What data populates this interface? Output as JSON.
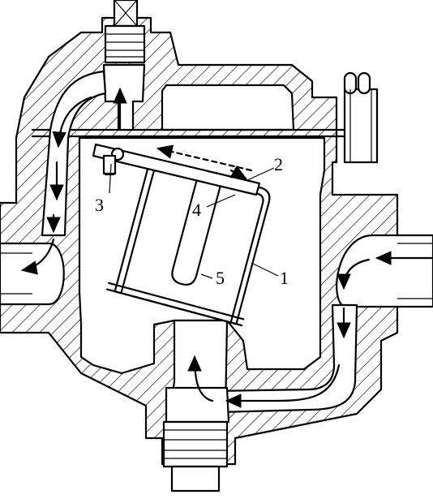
{
  "labels": {
    "p1": "1",
    "p2": "2",
    "p3": "3",
    "p4": "4",
    "p5": "5"
  },
  "colors": {
    "line": "#000000",
    "background": "#ffffff"
  }
}
